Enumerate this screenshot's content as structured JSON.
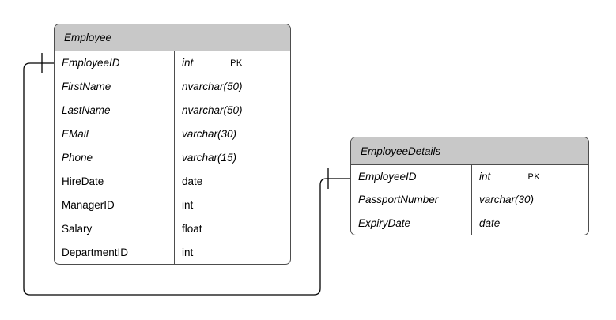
{
  "diagram": {
    "pk_label": "PK",
    "colors": {
      "header_bg": "#c8c8c8",
      "table_border": "#4d4d4d",
      "row_bg": "#ffffff",
      "connector": "#000000",
      "text": "#000000"
    },
    "tables": [
      {
        "id": "employee",
        "title": "Employee",
        "columns": [
          {
            "name": "EmployeeID",
            "type": "int",
            "pk": true,
            "italic": true
          },
          {
            "name": "FirstName",
            "type": "nvarchar(50)",
            "pk": false,
            "italic": true
          },
          {
            "name": "LastName",
            "type": "nvarchar(50)",
            "pk": false,
            "italic": true
          },
          {
            "name": "EMail",
            "type": "varchar(30)",
            "pk": false,
            "italic": true
          },
          {
            "name": "Phone",
            "type": "varchar(15)",
            "pk": false,
            "italic": true
          },
          {
            "name": "HireDate",
            "type": "date",
            "pk": false,
            "italic": false
          },
          {
            "name": "ManagerID",
            "type": "int",
            "pk": false,
            "italic": false
          },
          {
            "name": "Salary",
            "type": "float",
            "pk": false,
            "italic": false
          },
          {
            "name": "DepartmentID",
            "type": "int",
            "pk": false,
            "italic": false
          }
        ]
      },
      {
        "id": "employee-details",
        "title": "EmployeeDetails",
        "columns": [
          {
            "name": "EmployeeID",
            "type": "int",
            "pk": true,
            "italic": true
          },
          {
            "name": "PassportNumber",
            "type": "varchar(30)",
            "pk": false,
            "italic": true
          },
          {
            "name": "ExpiryDate",
            "type": "date",
            "pk": false,
            "italic": true
          }
        ]
      }
    ],
    "relationship": {
      "from": "Employee.EmployeeID",
      "to": "EmployeeDetails.EmployeeID",
      "cardinality": "one-to-one"
    }
  }
}
